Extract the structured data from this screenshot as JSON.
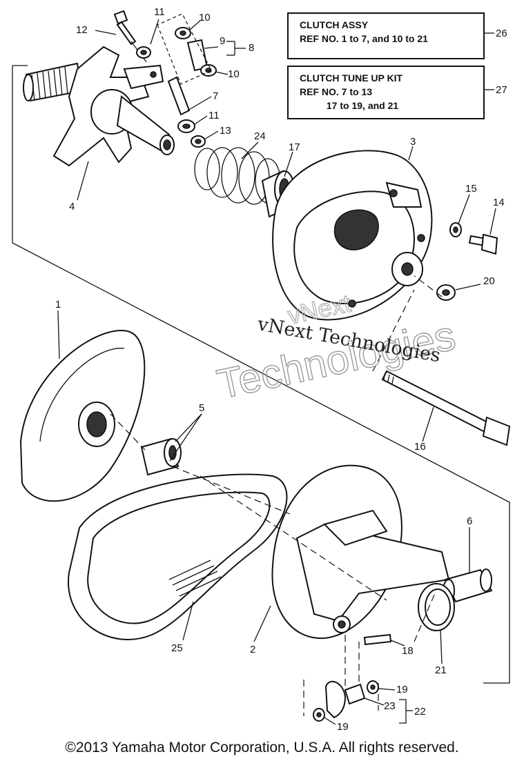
{
  "callouts": {
    "assy": {
      "line1": "CLUTCH ASSY",
      "line2": "REF NO. 1 to 7, and 10 to 21",
      "ref": "26"
    },
    "kit": {
      "line1": "CLUTCH TUNE UP KIT",
      "line2": "REF NO. 7 to 13",
      "line3": "          17 to 19, and 21",
      "ref": "27"
    }
  },
  "labels": {
    "l1": "1",
    "l2": "2",
    "l3": "3",
    "l4": "4",
    "l5": "5",
    "l6": "6",
    "l7": "7",
    "l8": "8",
    "l9": "9",
    "l10a": "10",
    "l10b": "10",
    "l11a": "11",
    "l11b": "11",
    "l12": "12",
    "l13": "13",
    "l14": "14",
    "l15": "15",
    "l16": "16",
    "l17": "17",
    "l18": "18",
    "l19a": "19",
    "l19b": "19",
    "l20": "20",
    "l21": "21",
    "l22": "22",
    "l23": "23",
    "l24": "24",
    "l25": "25"
  },
  "watermark": {
    "line1": "vNext Technologies",
    "line2": "Technologies",
    "line3": "vNext"
  },
  "copyright": "©2013 Yamaha Motor Corporation, U.S.A. All rights reserved."
}
